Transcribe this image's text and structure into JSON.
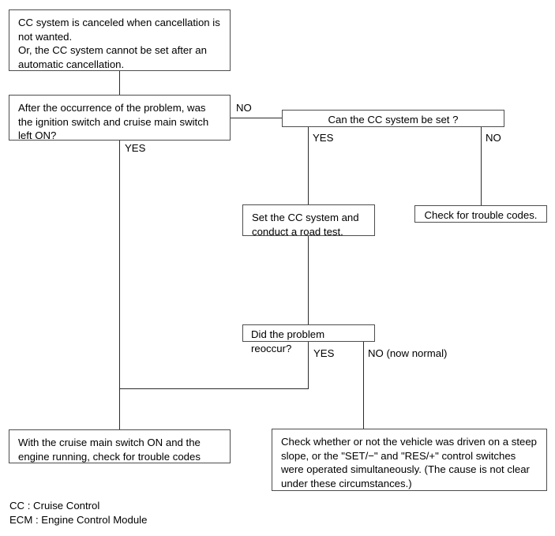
{
  "diagram": {
    "title": "CC System Cancellation Diagnostic Flowchart",
    "nodes": {
      "symptom": {
        "text": "CC system is canceled when cancellation is not wanted.\nOr, the CC system cannot be set after an automatic cancellation."
      },
      "q_ignition": {
        "text": "After the occurrence of the problem, was the ignition switch and cruise main switch left ON?"
      },
      "q_can_set": {
        "text": "Can the CC system be set ?"
      },
      "set_and_road_test": {
        "text": "Set the CC system and conduct a road test."
      },
      "check_trouble_codes": {
        "text": "Check for trouble codes."
      },
      "q_reoccur": {
        "text": "Did the problem reoccur?"
      },
      "check_with_switch_on": {
        "text": "With the cruise main switch ON and the engine running, check for trouble codes"
      },
      "check_steep_slope": {
        "text": "Check whether or not the vehicle was driven on a steep slope, or the \"SET/−\" and \"RES/+\" control switches were operated simultaneously. (The cause is not clear under these circumstances.)"
      }
    },
    "branch_labels": {
      "ignition_no": "NO",
      "ignition_yes": "YES",
      "can_set_yes": "YES",
      "can_set_no": "NO",
      "reoccur_yes": "YES",
      "reoccur_no": "NO (now normal)"
    },
    "legend": {
      "text": "CC : Cruise Control\nECM : Engine Control Module"
    },
    "colors": {
      "background": "#ffffff",
      "box_border": "#4d4d4d",
      "connector": "#2b2b2b",
      "text": "#000000"
    }
  }
}
